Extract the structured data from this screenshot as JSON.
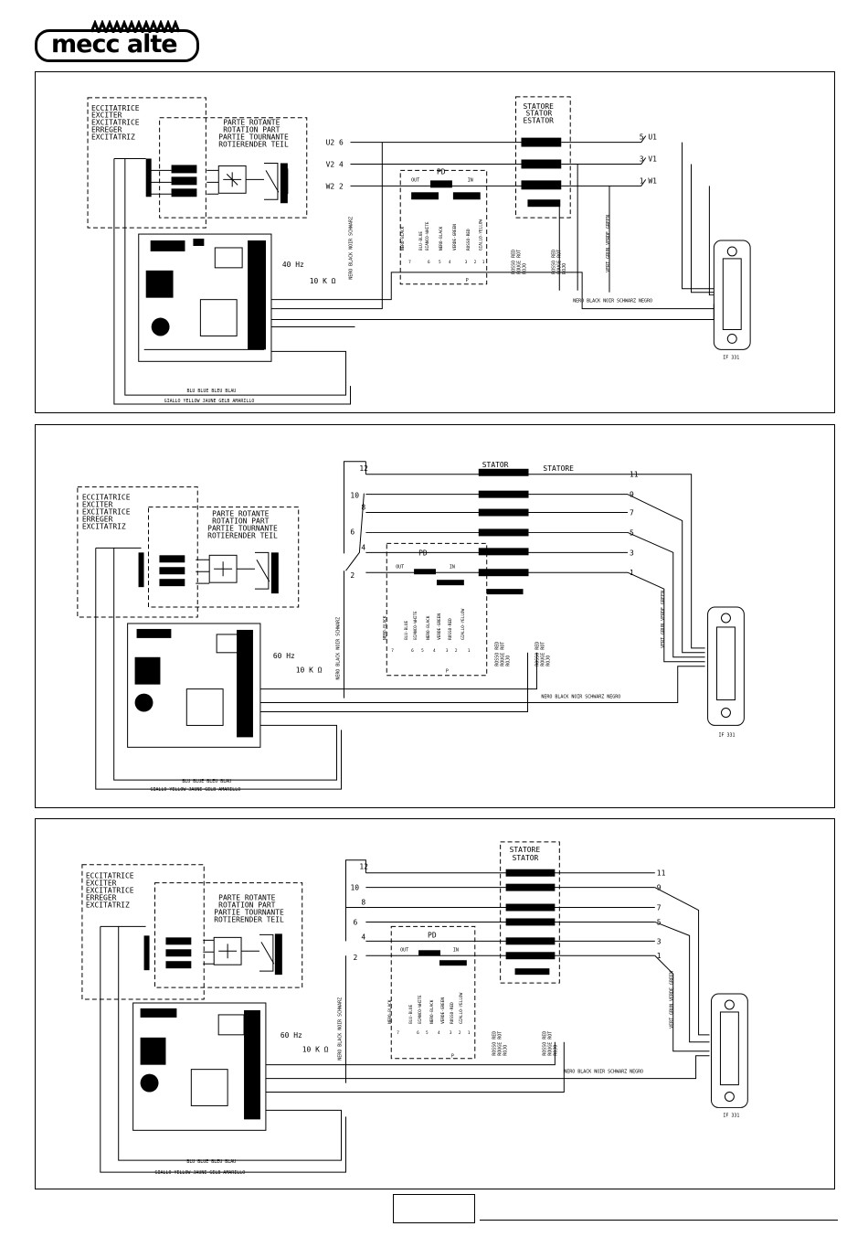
{
  "brand": {
    "logo_text": "mecc alte"
  },
  "labels": {
    "exciter": [
      "ECCITATRICE",
      "EXCITER",
      "EXCITATRICE",
      "ERREGER",
      "EXCITATRIZ"
    ],
    "rotating": [
      "PARTE ROTANTE",
      "ROTATION PART",
      "PARTIE TOURNANTE",
      "ROTIERENDER TEIL"
    ],
    "stator_d1": [
      "STATORE",
      "STATOR",
      "ESTATOR"
    ],
    "stator_d2": "STATOR",
    "statore_d2": "STATORE",
    "stator_d3": [
      "STATORE",
      "STATOR"
    ],
    "pd": "PD",
    "out": "OUT",
    "in": "IN",
    "hz": "60 Hz",
    "hz_d1": "40 Hz",
    "ohm": "10 K Ω",
    "blu": "BLU BLUE BLEU BLAU",
    "giallo": "GIALLO YELLOW JAUNE GELB AMARILLO",
    "nero_long": "NERO BLACK NOIR SCHWARZ NEGRO",
    "nero_nbk": "NERO BLACK NOIR SCHWARZ",
    "verde_long": "VERT GRUN VERDE GREEN",
    "rosso": [
      "ROSSO RED",
      "ROUGE ROT",
      "ROJO"
    ],
    "connector_d1": "IF 331",
    "connector_d2": "IF 331",
    "connector_d3": "IF 331",
    "p_letter": "P",
    "pd_wires": [
      "NERO-BLACK",
      "BLU-BLUE",
      "BIANCO-WHITE",
      "NERO-BLACK",
      "VERDE-GREEN",
      "ROSSO-RED",
      "GIALLO-YELLOW"
    ],
    "pd_pins": [
      "7",
      "6",
      "5",
      "4",
      "3",
      "2",
      "1"
    ],
    "d1_terminals_left": [
      "U2 6",
      "V2 4",
      "W2 2"
    ],
    "d1_terminals_right": [
      "5 U1",
      "3 V1",
      "1 W1"
    ],
    "d23_left_numbers": [
      "12",
      "10",
      "8",
      "6",
      "4",
      "2"
    ],
    "d23_right_numbers": [
      "11",
      "9",
      "7",
      "5",
      "3",
      "1"
    ]
  }
}
